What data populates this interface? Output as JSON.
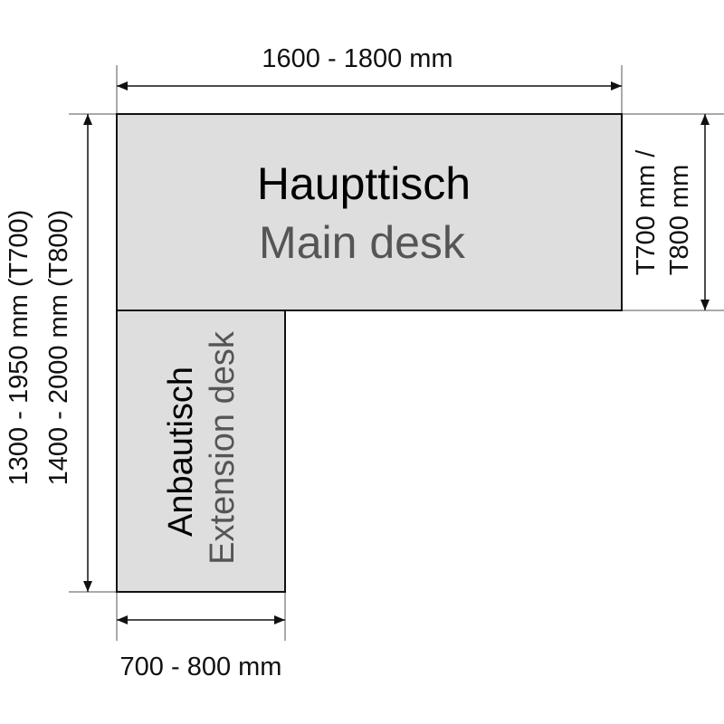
{
  "main_desk": {
    "label_de": "Haupttisch",
    "label_en": "Main desk"
  },
  "extension_desk": {
    "label_de": "Anbautisch",
    "label_en": "Extension desk"
  },
  "dimensions": {
    "main_width": "1600 - 1800 mm",
    "main_depth_line1": "T700 mm /",
    "main_depth_line2": "T800 mm",
    "total_depth_line1": "1300 - 1950 mm (T700)",
    "total_depth_line2": "1400 - 2000 mm (T800)",
    "extension_width": "700 - 800 mm"
  },
  "colors": {
    "desk_fill": "#dedede",
    "outline": "#111111",
    "secondary_text": "#555555"
  }
}
